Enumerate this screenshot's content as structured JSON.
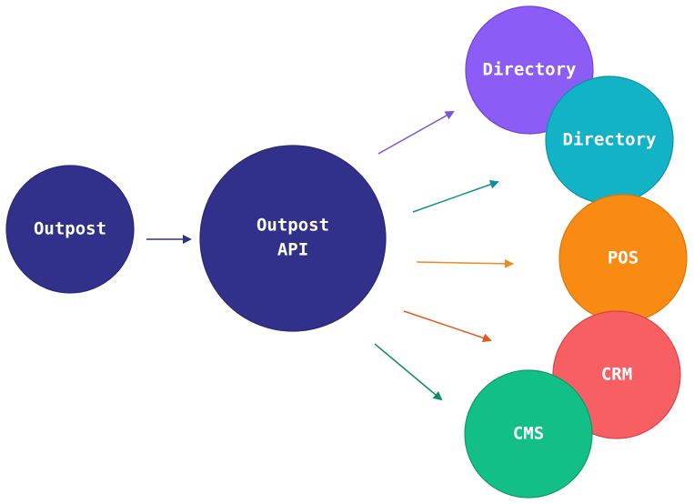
{
  "colors": {
    "outpost": "#31308a",
    "api": "#31308a",
    "directory_1": "#8b5cf6",
    "directory_2": "#12b3c6",
    "pos": "#f98a12",
    "crm": "#f75f62",
    "cms": "#12bf86",
    "arrow_outpost": "#31308a",
    "arrow_directory_1": "#7c55d6",
    "arrow_directory_2": "#0f8f9e",
    "arrow_pos": "#f08a1c",
    "arrow_crm": "#e55a1a",
    "arrow_cms": "#0c8a6c"
  },
  "nodes": {
    "outpost": {
      "label": "Outpost"
    },
    "api": {
      "line1": "Outpost",
      "line2": "API"
    },
    "directory_1": {
      "label": "Directory"
    },
    "directory_2": {
      "label": "Directory"
    },
    "pos": {
      "label": "POS"
    },
    "crm": {
      "label": "CRM"
    },
    "cms": {
      "label": "CMS"
    }
  }
}
